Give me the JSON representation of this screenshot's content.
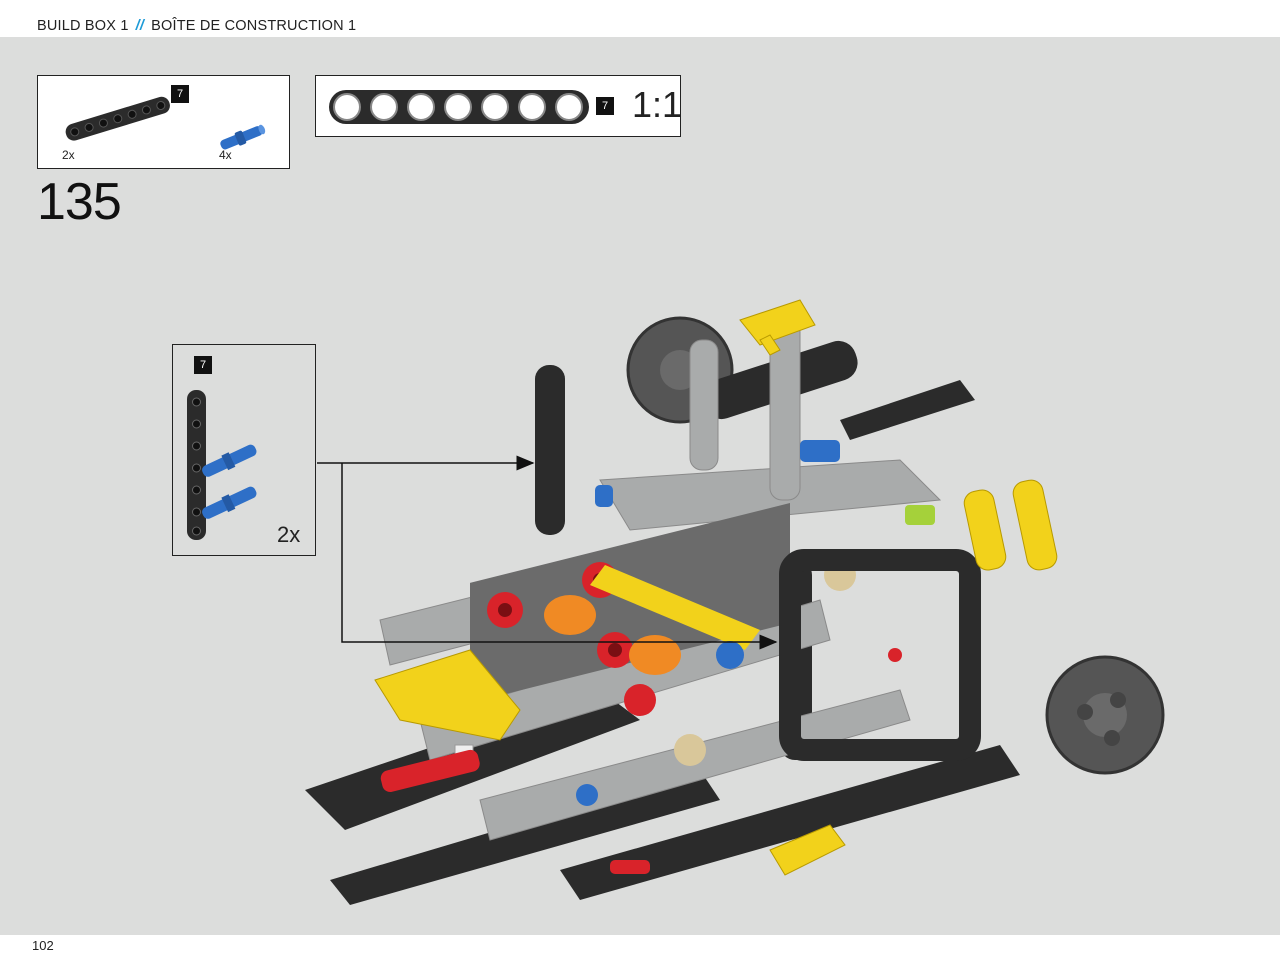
{
  "header": {
    "left": "BUILD BOX 1",
    "separator": "//",
    "right": "BOÎTE DE CONSTRUCTION 1"
  },
  "parts_list": {
    "items": [
      {
        "name": "beam-7",
        "badge": "7",
        "qty": "2x",
        "color": "#2b2b2b"
      },
      {
        "name": "blue-pin",
        "qty": "4x",
        "color": "#2e6fc7"
      }
    ]
  },
  "ruler": {
    "badge": "7",
    "scale": "1:1"
  },
  "step_number": "135",
  "sub_assembly": {
    "badge": "7",
    "qty": "2x"
  },
  "page_number": "102",
  "colors": {
    "accent": "#1e9bd7",
    "stage_bg": "#dcdddc",
    "beam_black": "#2b2b2b",
    "beam_gray": "#a9abab",
    "yellow": "#f2d21b",
    "red": "#d9232a",
    "orange": "#f08a24",
    "blue": "#2e6fc7"
  }
}
